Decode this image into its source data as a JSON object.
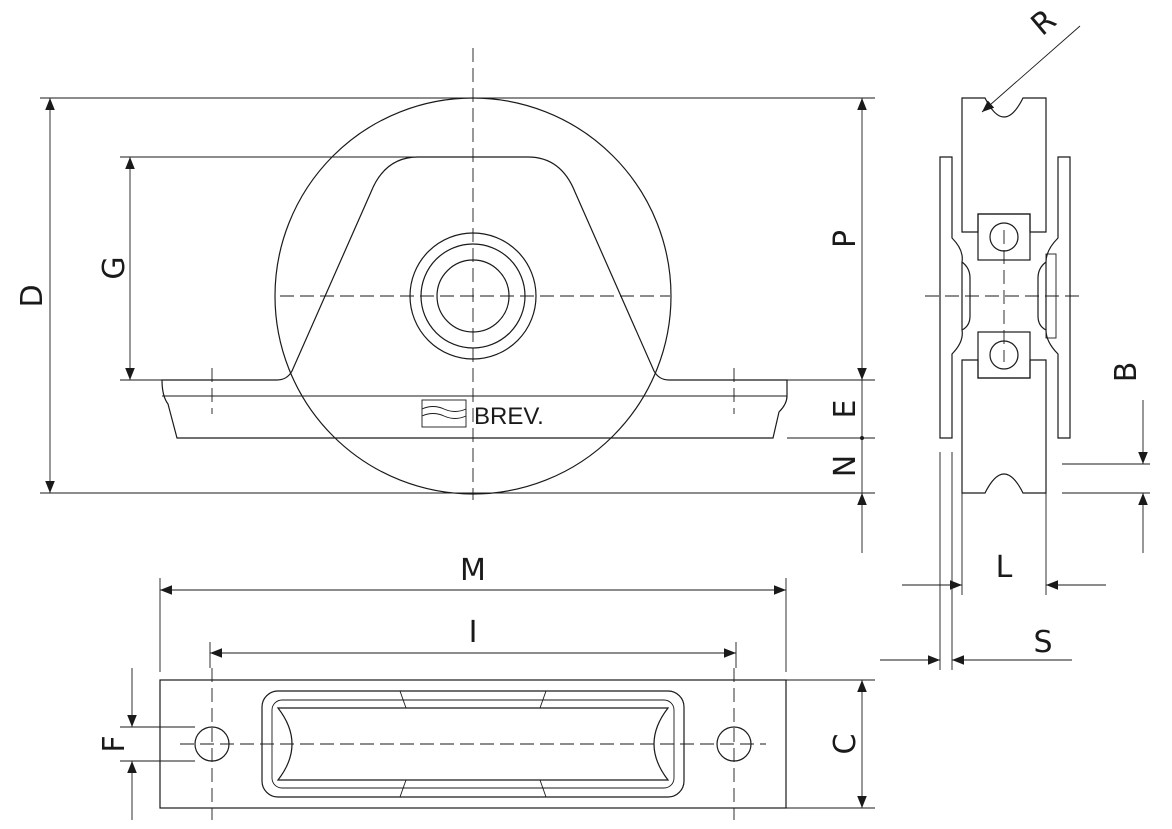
{
  "logo": {
    "text": "BREV."
  },
  "dimensions": {
    "D": "D",
    "G": "G",
    "P": "P",
    "E": "E",
    "N": "N",
    "R": "R",
    "B": "B",
    "L": "L",
    "S": "S",
    "M": "M",
    "I": "I",
    "F": "F",
    "C": "C"
  },
  "colors": {
    "line": "#1a1a1a",
    "background": "#ffffff"
  }
}
